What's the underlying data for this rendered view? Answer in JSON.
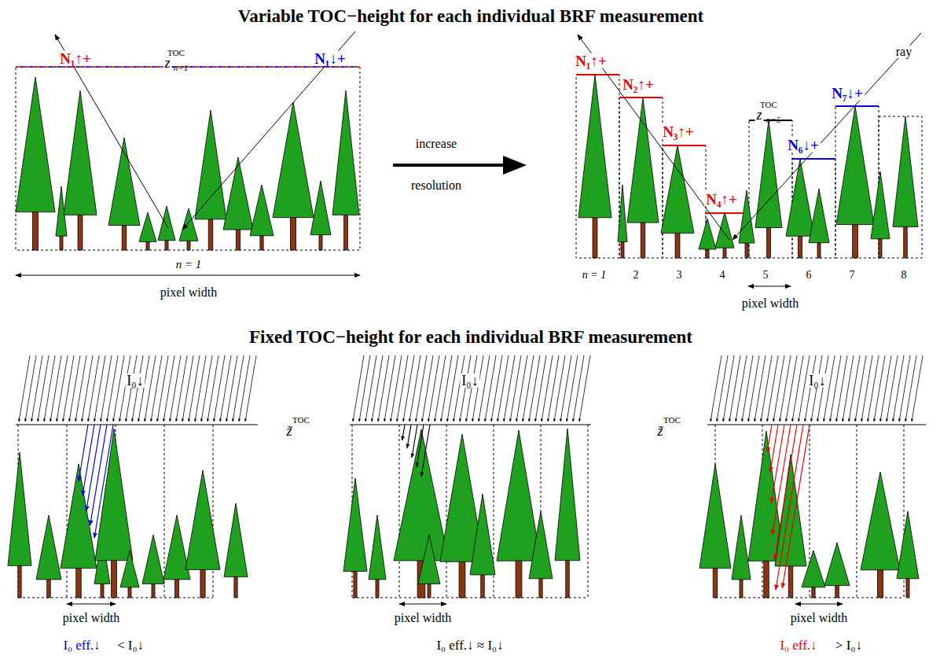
{
  "diagram": {
    "labels": [
      "Variable TOC−height for each individual BRF measurement",
      "N₁↑+",
      "z",
      "TOC",
      "n=1",
      "N₁↓+",
      "n = 1",
      "pixel width",
      "increase",
      "resolution",
      "N₁↑+",
      "N₂↑+",
      "N₃↑+",
      "N₄↑+",
      "z",
      "TOC",
      "n=5",
      "N₆↓+",
      "N₇↓+",
      "ray",
      "n = 1",
      "2",
      "3",
      "4",
      "5",
      "6",
      "7",
      "8",
      "pixel width",
      "Fixed TOC−height for each individual BRF measurement",
      "I₀↓",
      "I₀↓",
      "I₀↓",
      "z̃",
      "TOC",
      "z̃",
      "TOC",
      "pixel width",
      "pixel width",
      "pixel width",
      "I₀ eff.↓",
      "< I₀↓",
      "I₀ eff.↓ ≈ I₀↓",
      "I₀ eff.↓",
      "> I₀↓"
    ]
  }
}
